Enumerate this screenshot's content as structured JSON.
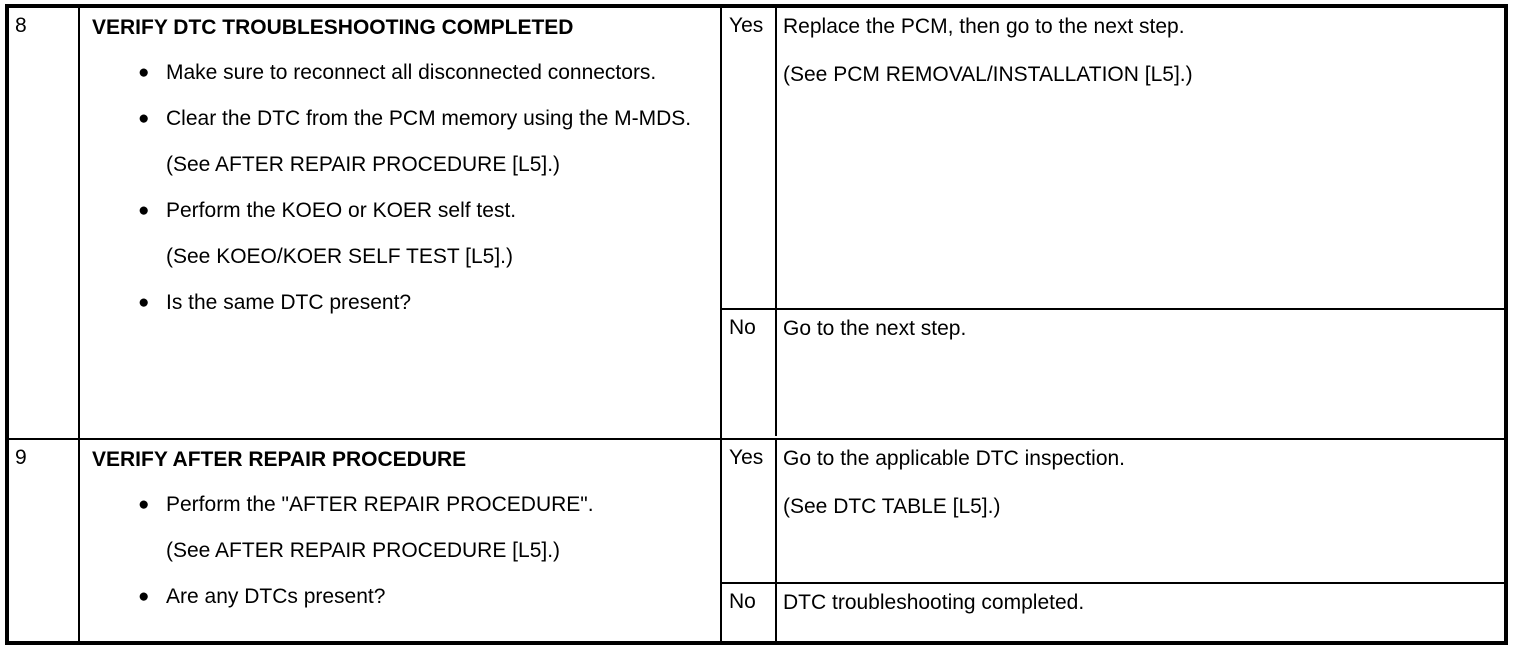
{
  "document": {
    "type": "diagnostic-procedure-table",
    "bullet_glyph": "●"
  },
  "rows": [
    {
      "step": "8",
      "title": "VERIFY DTC TROUBLESHOOTING COMPLETED",
      "items": [
        {
          "kind": "bullet",
          "text": "Make sure to reconnect all disconnected connectors."
        },
        {
          "kind": "bullet",
          "text": "Clear the DTC from the PCM memory using the M-MDS."
        },
        {
          "kind": "note",
          "text": "(See AFTER REPAIR PROCEDURE [L5].)"
        },
        {
          "kind": "bullet",
          "text": "Perform the KOEO or KOER self test."
        },
        {
          "kind": "note",
          "text": "(See KOEO/KOER SELF TEST [L5].)"
        },
        {
          "kind": "bullet",
          "text": "Is the same DTC present?"
        }
      ],
      "answers": [
        {
          "label": "Yes",
          "lines": [
            "Replace the PCM, then go to the next step.",
            "(See PCM REMOVAL/INSTALLATION [L5].)"
          ]
        },
        {
          "label": "No",
          "lines": [
            "Go to the next step."
          ]
        }
      ]
    },
    {
      "step": "9",
      "title": "VERIFY AFTER REPAIR PROCEDURE",
      "items": [
        {
          "kind": "bullet",
          "text": "Perform the \"AFTER REPAIR PROCEDURE\"."
        },
        {
          "kind": "note",
          "text": "(See AFTER REPAIR PROCEDURE [L5].)"
        },
        {
          "kind": "bullet",
          "text": "Are any DTCs present?"
        }
      ],
      "answers": [
        {
          "label": "Yes",
          "lines": [
            "Go to the applicable DTC inspection.",
            "(See DTC TABLE [L5].)"
          ]
        },
        {
          "label": "No",
          "lines": [
            "DTC troubleshooting completed."
          ]
        }
      ]
    }
  ]
}
